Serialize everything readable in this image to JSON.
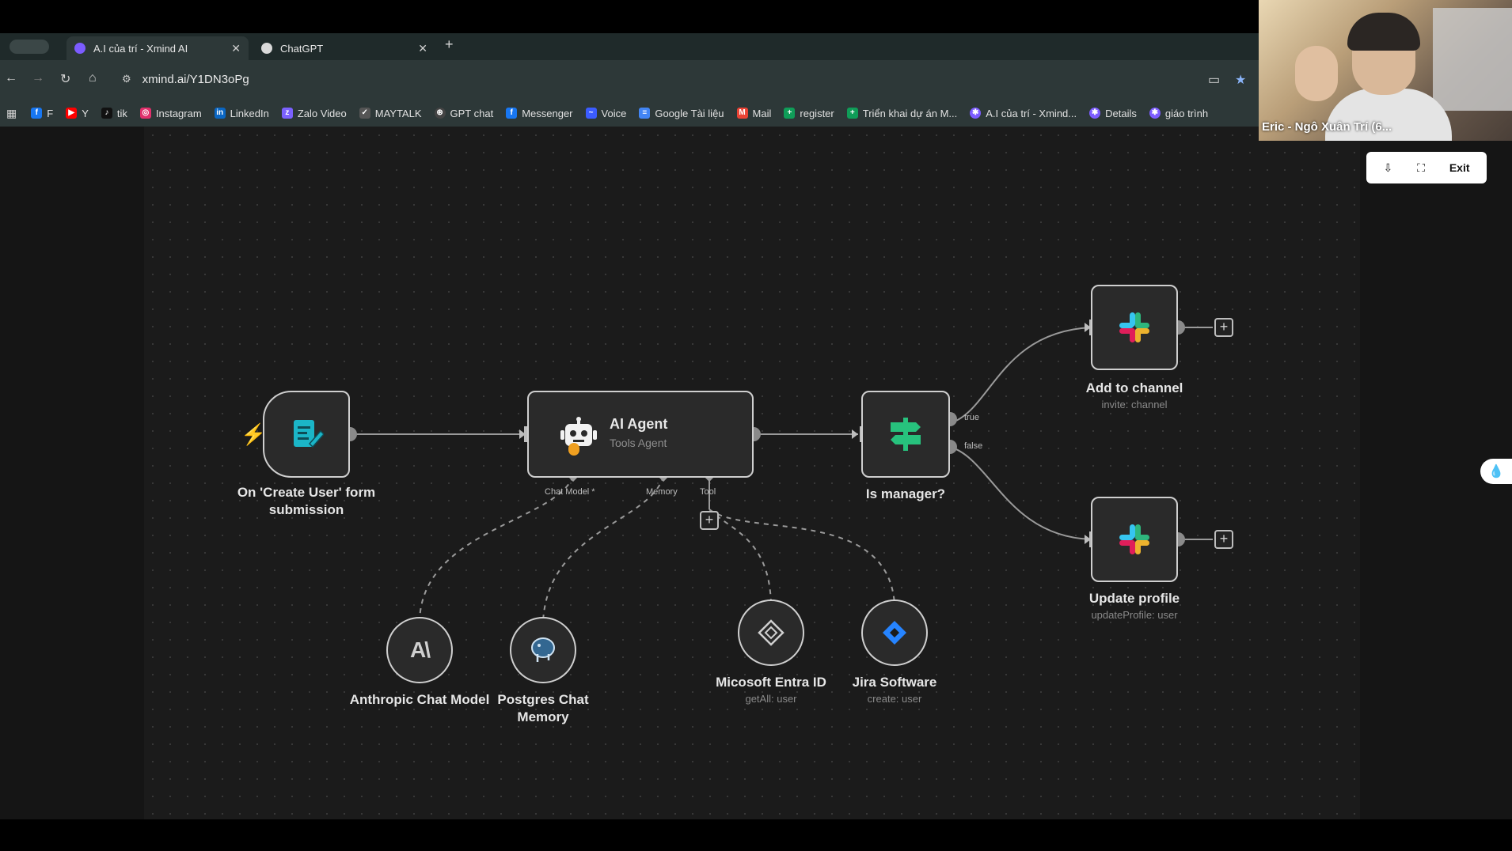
{
  "browser": {
    "tabs": [
      {
        "title": "A.I của trí - Xmind AI",
        "active": true,
        "favicon_color": "#7c5cff"
      },
      {
        "title": "ChatGPT",
        "active": false,
        "favicon_color": "#d9d9d9"
      }
    ],
    "url": "xmind.ai/Y1DN3oPg",
    "bookmarks": [
      {
        "label": "F",
        "icon": "facebook-icon",
        "color": "#1877f2"
      },
      {
        "label": "Y",
        "icon": "youtube-icon",
        "color": "#ff0000"
      },
      {
        "label": "tik",
        "icon": "tiktok-icon",
        "color": "#111111"
      },
      {
        "label": "Instagram",
        "icon": "instagram-icon",
        "color": "#e1306c"
      },
      {
        "label": "LinkedIn",
        "icon": "linkedin-icon",
        "color": "#0a66c2"
      },
      {
        "label": "Zalo Video",
        "icon": "zalo-icon",
        "color": "#7b61ff"
      },
      {
        "label": "MAYTALK",
        "icon": "maytalk-icon",
        "color": "#888888"
      },
      {
        "label": "GPT chat",
        "icon": "openai-icon",
        "color": "#d9d9d9"
      },
      {
        "label": "Messenger",
        "icon": "facebook-icon",
        "color": "#1877f2"
      },
      {
        "label": "Voice",
        "icon": "voice-icon",
        "color": "#3b5cff"
      },
      {
        "label": "Google Tài liệu",
        "icon": "docs-icon",
        "color": "#4285f4"
      },
      {
        "label": "Mail",
        "icon": "gmail-icon",
        "color": "#ea4335"
      },
      {
        "label": "register",
        "icon": "sheets-icon",
        "color": "#0f9d58"
      },
      {
        "label": "Triển khai dự án M...",
        "icon": "sheets-icon",
        "color": "#0f9d58"
      },
      {
        "label": "A.I của trí - Xmind...",
        "icon": "xmind-icon",
        "color": "#7c5cff"
      },
      {
        "label": "Details",
        "icon": "xmind-icon",
        "color": "#7c5cff"
      },
      {
        "label": "giáo trình",
        "icon": "xmind-icon",
        "color": "#7c5cff"
      }
    ]
  },
  "webcam": {
    "name": "Eric - Ngô Xuân Trí (6..."
  },
  "presentation": {
    "exit_label": "Exit"
  },
  "workflow": {
    "nodes": {
      "trigger": {
        "label": "On 'Create User' form submission"
      },
      "agent": {
        "title": "AI Agent",
        "subtitle": "Tools Agent"
      },
      "if": {
        "label": "Is manager?"
      },
      "slack_add": {
        "label": "Add to channel",
        "sub": "invite: channel"
      },
      "slack_update": {
        "label": "Update profile",
        "sub": "updateProfile: user"
      },
      "anthropic": {
        "label": "Anthropic Chat Model"
      },
      "postgres": {
        "label": "Postgres Chat Memory"
      },
      "entra": {
        "label": "Micosoft Entra ID",
        "sub": "getAll: user"
      },
      "jira": {
        "label": "Jira Software",
        "sub": "create: user"
      }
    },
    "ports": {
      "chat_model": "Chat Model *",
      "memory": "Memory",
      "tool": "Tool",
      "true": "true",
      "false": "false"
    }
  },
  "colors": {
    "canvas": "#1b1b1b",
    "trigger_icon": "#1bb5c7",
    "if_icon": "#27c27d",
    "jira": "#2684ff",
    "bolt": "#ff5a4f"
  }
}
